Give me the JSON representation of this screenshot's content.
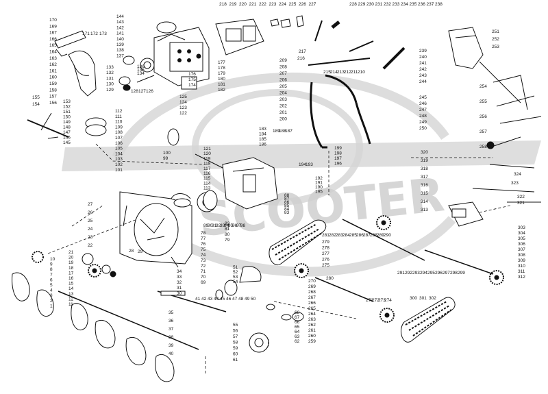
{
  "watermark": {
    "text": "SCOOTER",
    "color": "#b8b8b8"
  },
  "colors": {
    "ink": "#111111",
    "watermark": "#c4c4c4"
  },
  "diagram": {
    "type": "exploded-parts-diagram",
    "callouts": [
      "1",
      "2",
      "3",
      "4",
      "5",
      "6",
      "7",
      "8",
      "9",
      "10",
      "11",
      "12",
      "13",
      "14",
      "15",
      "16",
      "17",
      "18",
      "19",
      "20",
      "21",
      "22",
      "23",
      "24",
      "25",
      "26",
      "27",
      "28",
      "29",
      "30",
      "31",
      "32",
      "33",
      "34",
      "35",
      "36",
      "37",
      "38",
      "39",
      "40",
      "41",
      "42",
      "43",
      "44",
      "45",
      "46",
      "47",
      "48",
      "49",
      "50",
      "51",
      "52",
      "53",
      "54",
      "55",
      "56",
      "57",
      "58",
      "59",
      "60",
      "61",
      "62",
      "63",
      "64",
      "65",
      "66",
      "67",
      "68",
      "69",
      "70",
      "71",
      "72",
      "73",
      "74",
      "75",
      "76",
      "77",
      "78",
      "79",
      "80",
      "81",
      "82",
      "83",
      "84",
      "85",
      "86",
      "87",
      "88",
      "89",
      "90",
      "91",
      "92",
      "93",
      "94",
      "95",
      "96",
      "97",
      "98",
      "99",
      "100",
      "101",
      "102",
      "103",
      "104",
      "105",
      "106",
      "107",
      "108",
      "109",
      "110",
      "111",
      "112",
      "113",
      "114",
      "115",
      "116",
      "117",
      "118",
      "119",
      "120",
      "121",
      "122",
      "123",
      "124",
      "125",
      "126",
      "127",
      "128",
      "129",
      "130",
      "131",
      "132",
      "133",
      "134",
      "135",
      "136",
      "137",
      "138",
      "139",
      "140",
      "141",
      "142",
      "143",
      "144",
      "145",
      "146",
      "147",
      "148",
      "149",
      "150",
      "151",
      "152",
      "153",
      "154",
      "155",
      "156",
      "157",
      "158",
      "159",
      "160",
      "161",
      "162",
      "163",
      "164",
      "165",
      "166",
      "167",
      "168",
      "169",
      "170",
      "171",
      "172",
      "173",
      "174",
      "175",
      "176",
      "177",
      "178",
      "179",
      "180",
      "181",
      "182",
      "183",
      "184",
      "185",
      "186",
      "187",
      "188",
      "189",
      "190",
      "191",
      "192",
      "193",
      "194",
      "195",
      "196",
      "197",
      "198",
      "199",
      "200",
      "201",
      "202",
      "203",
      "204",
      "205",
      "206",
      "207",
      "208",
      "209",
      "210",
      "211",
      "212",
      "213",
      "214",
      "215",
      "216",
      "217",
      "218",
      "219",
      "220",
      "221",
      "222",
      "223",
      "224",
      "225",
      "226",
      "227",
      "228",
      "229",
      "230",
      "231",
      "232",
      "233",
      "234",
      "235",
      "236",
      "237",
      "238",
      "239",
      "240",
      "241",
      "242",
      "243",
      "244",
      "245",
      "246",
      "247",
      "248",
      "249",
      "250",
      "251",
      "252",
      "253",
      "254",
      "255",
      "256",
      "257",
      "258",
      "259",
      "260",
      "261",
      "262",
      "263",
      "264",
      "265",
      "266",
      "267",
      "268",
      "269",
      "270",
      "271",
      "272",
      "273",
      "274",
      "275",
      "276",
      "277",
      "278",
      "279",
      "280",
      "281",
      "282",
      "283",
      "284",
      "285",
      "286",
      "287",
      "288",
      "289",
      "290",
      "291",
      "292",
      "293",
      "294",
      "295",
      "296",
      "297",
      "298",
      "299",
      "300",
      "301",
      "302",
      "303",
      "304",
      "305",
      "306",
      "307",
      "308",
      "309",
      "310",
      "311",
      "312",
      "313",
      "314",
      "315",
      "316",
      "317",
      "318",
      "319",
      "320",
      "321",
      "322",
      "323",
      "324"
    ]
  }
}
